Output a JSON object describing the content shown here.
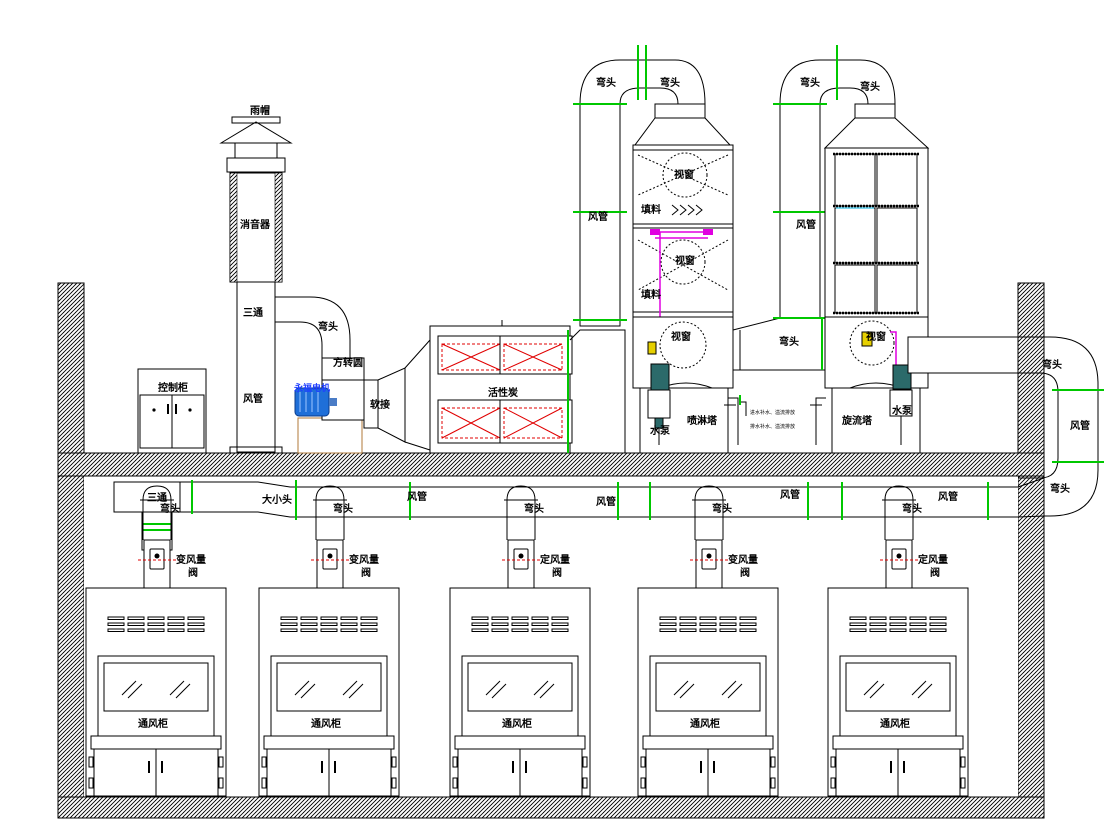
{
  "labels": {
    "rain_cap": "雨帽",
    "silencer": "消音器",
    "tee_upper": "三通",
    "elbow_fan": "弯头",
    "duct_left": "风管",
    "control_cabinet": "控制柜",
    "motor": "永福电机",
    "square_round": "方转圆",
    "soft_joint": "软接",
    "activated_carbon": "活性炭",
    "elbow_t1_left": "弯头",
    "elbow_t1_right": "弯头",
    "sight_glass_1": "视窗",
    "packing_1": "填料",
    "duct_t1": "风管",
    "sight_glass_2": "视窗",
    "packing_2": "填料",
    "sight_glass_3": "视窗",
    "pump_1": "水泵",
    "spray_tower": "喷淋塔",
    "elbow_t2_left": "弯头",
    "elbow_t2_right": "弯头",
    "duct_t2": "风管",
    "elbow_mid": "弯头",
    "sight_glass_4": "视窗",
    "pump_2": "水泵",
    "cyclone_tower": "旋流塔",
    "elbow_right_top": "弯头",
    "duct_right": "风管",
    "elbow_right_bottom": "弯头",
    "tee_lower": "三通",
    "reducer": "大小头",
    "lower_duct_1": "风管",
    "lower_duct_2": "风管",
    "lower_duct_3": "风管",
    "lower_duct_4": "风管",
    "note_1": "进水补水、溢流排放",
    "note_2": "排水补水、溢流排放"
  },
  "hoods": [
    {
      "elbow": "弯头",
      "valve": "变风量",
      "valve2": "阀",
      "cabinet": "通风柜"
    },
    {
      "elbow": "弯头",
      "valve": "变风量",
      "valve2": "阀",
      "cabinet": "通风柜"
    },
    {
      "elbow": "弯头",
      "valve": "定风量",
      "valve2": "阀",
      "cabinet": "通风柜"
    },
    {
      "elbow": "弯头",
      "valve": "变风量",
      "valve2": "阀",
      "cabinet": "通风柜"
    },
    {
      "elbow": "弯头",
      "valve": "定风量",
      "valve2": "阀",
      "cabinet": "通风柜"
    }
  ],
  "colors": {
    "flange": "#00c800",
    "motor": "#1f6fd8",
    "filter": "#e00000",
    "piping": "#e000e0",
    "valve_marker": "#e6d000",
    "wall_hatch": "#000000"
  }
}
